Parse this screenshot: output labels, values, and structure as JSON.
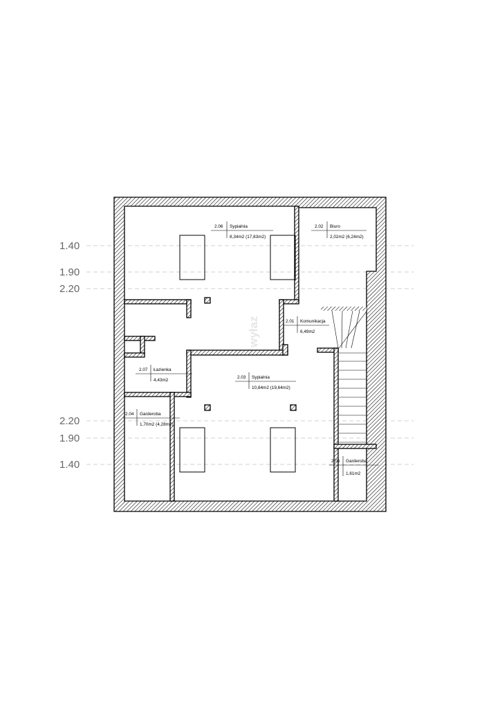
{
  "heights": {
    "top": [
      "1.40",
      "1.90",
      "2.20"
    ],
    "bottom": [
      "2.20",
      "1.90",
      "1.40"
    ]
  },
  "rooms": [
    {
      "id": "2.06",
      "name": "Sypialnia",
      "area": "8,34m2 (17,83m2)"
    },
    {
      "id": "2.02",
      "name": "Biuro",
      "area": "2,02m2 (6,24m2)"
    },
    {
      "id": "2.01",
      "name": "Komunikacja",
      "area": "6,49m2"
    },
    {
      "id": "2.07",
      "name": "Łazienka",
      "area": "4,43m2"
    },
    {
      "id": "2.03",
      "name": "Sypialnia",
      "area": "10,84m2 (19,64m2)"
    },
    {
      "id": "2.04",
      "name": "Garderoba",
      "area": "1,70m2 (4,28m2)"
    },
    {
      "id": "2.05",
      "name": "Garderoba",
      "area": "1,61m2"
    }
  ],
  "stair_label": "wyłaz",
  "colors": {
    "wall": "#000000",
    "guide": "#c4c4c4",
    "level_text": "#666666"
  }
}
